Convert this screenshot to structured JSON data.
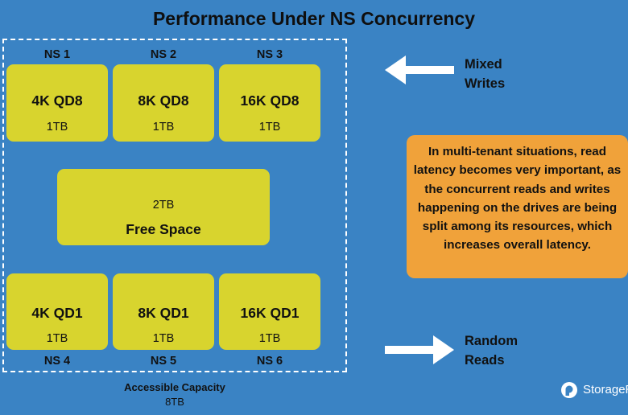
{
  "title": "Performance Under NS Concurrency",
  "top_row": [
    {
      "ns": "NS 1",
      "workload": "4K QD8",
      "size": "1TB"
    },
    {
      "ns": "NS 2",
      "workload": "8K QD8",
      "size": "1TB"
    },
    {
      "ns": "NS 3",
      "workload": "16K QD8",
      "size": "1TB"
    }
  ],
  "free_space": {
    "size": "2TB",
    "label": "Free Space"
  },
  "bottom_row": [
    {
      "ns": "NS 4",
      "workload": "4K QD1",
      "size": "1TB"
    },
    {
      "ns": "NS 5",
      "workload": "8K QD1",
      "size": "1TB"
    },
    {
      "ns": "NS 6",
      "workload": "16K QD1",
      "size": "1TB"
    }
  ],
  "capacity": {
    "label": "Accessible Capacity",
    "value": "8TB"
  },
  "mixed_writes": {
    "line1": "Mixed",
    "line2": "Writes"
  },
  "random_reads": {
    "line1": "Random",
    "line2": "Reads"
  },
  "note": "In multi-tenant situations, read latency becomes very important, as the concurrent reads and writes happening on the drives are being split among its resources, which increases overall latency.",
  "logo": {
    "text": "StorageReview"
  },
  "colors": {
    "background": "#3a83c4",
    "block": "#d8d42e",
    "note": "#f0a23a"
  }
}
